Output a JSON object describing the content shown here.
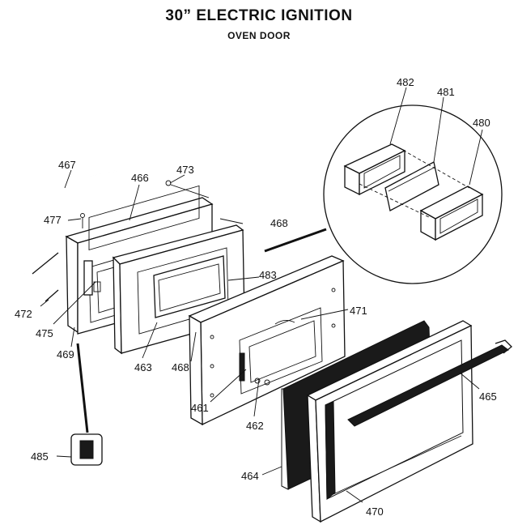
{
  "header": {
    "title": "30” ELECTRIC IGNITION",
    "subtitle": "OVEN DOOR"
  },
  "parts": [
    {
      "id": "p467",
      "number": "467"
    },
    {
      "id": "p466",
      "number": "466"
    },
    {
      "id": "p473",
      "number": "473"
    },
    {
      "id": "p468a",
      "number": "468"
    },
    {
      "id": "p477",
      "number": "477"
    },
    {
      "id": "p472",
      "number": "472"
    },
    {
      "id": "p475",
      "number": "475"
    },
    {
      "id": "p469",
      "number": "469"
    },
    {
      "id": "p463",
      "number": "463"
    },
    {
      "id": "p468b",
      "number": "468"
    },
    {
      "id": "p483",
      "number": "483"
    },
    {
      "id": "p471",
      "number": "471"
    },
    {
      "id": "p461",
      "number": "461"
    },
    {
      "id": "p462",
      "number": "462"
    },
    {
      "id": "p464",
      "number": "464"
    },
    {
      "id": "p470",
      "number": "470"
    },
    {
      "id": "p465",
      "number": "465"
    },
    {
      "id": "p485",
      "number": "485"
    },
    {
      "id": "p482",
      "number": "482"
    },
    {
      "id": "p481",
      "number": "481"
    },
    {
      "id": "p480",
      "number": "480"
    }
  ]
}
